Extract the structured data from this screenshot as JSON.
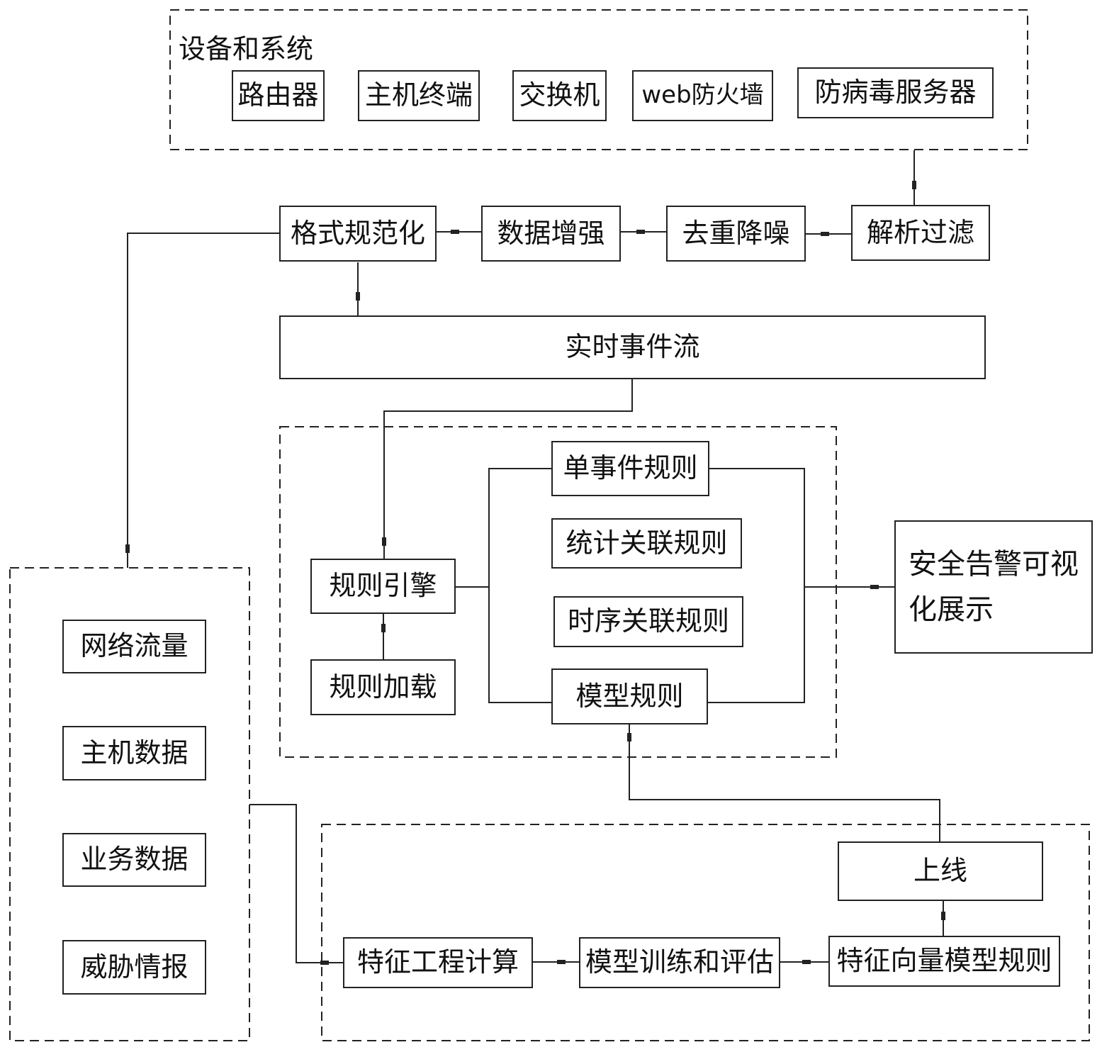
{
  "groups": {
    "devices": "设备和系统"
  },
  "devices": [
    "路由器",
    "主机终端",
    "交换机",
    "web防火墙",
    "防病毒服务器"
  ],
  "pipeline": {
    "parse_filter": "解析过滤",
    "dedup_denoise": "去重降噪",
    "data_enhance": "数据增强",
    "format_normalize": "格式规范化",
    "realtime_stream": "实时事件流"
  },
  "rules": {
    "engine": "规则引擎",
    "load": "规则加载",
    "single_event": "单事件规则",
    "stat_correlation": "统计关联规则",
    "temporal_correlation": "时序关联规则",
    "model_rule": "模型规则"
  },
  "alert": "安全告警可视化展示",
  "data_sources": [
    "网络流量",
    "主机数据",
    "业务数据",
    "威胁情报"
  ],
  "ml": {
    "feature_eng": "特征工程计算",
    "train_eval": "模型训练和评估",
    "feature_vector_rule": "特征向量模型规则",
    "deploy": "上线"
  }
}
